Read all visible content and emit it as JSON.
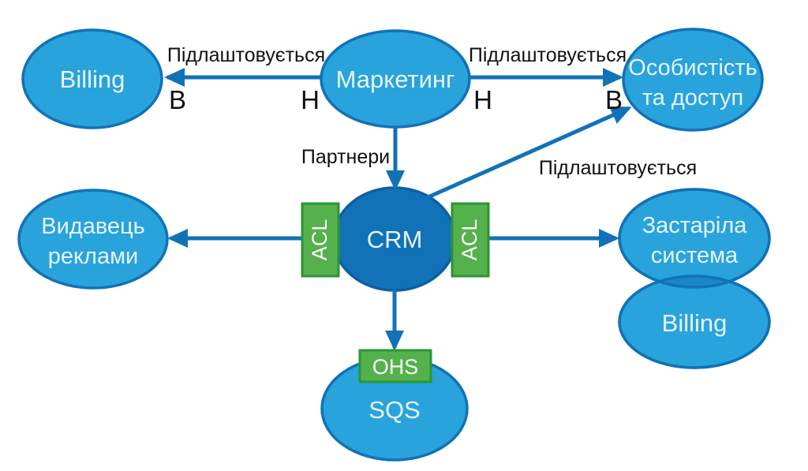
{
  "colors": {
    "bg": "#ffffff",
    "node_fill": "#29a3db",
    "node_border": "#1172b6",
    "core_fill": "#1172b7",
    "core_border": "#0d5fa4",
    "overlap_fill": "#1d86c4",
    "arrow": "#1172b7",
    "badge_fill": "#54b14c",
    "badge_border": "#2c9436",
    "node_text": "#e6f5fc",
    "label_text": "#111111"
  },
  "nodes": {
    "billing_top": {
      "label": "Billing"
    },
    "marketing": {
      "label": "Маркетинг"
    },
    "identity": {
      "line1": "Особистість",
      "line2": "та доступ"
    },
    "publisher": {
      "line1": "Видавець",
      "line2": "реклами"
    },
    "crm": {
      "label": "CRM"
    },
    "legacy": {
      "line1": "Застаріла",
      "line2": "система"
    },
    "billing_bottom": {
      "label": "Billing"
    },
    "sqs": {
      "label": "SQS"
    }
  },
  "badges": {
    "acl_left": "ACL",
    "acl_right": "ACL",
    "ohs": "OHS"
  },
  "labels": {
    "conforms_left": "Підлаштовується",
    "conforms_right": "Підлаштовується",
    "conforms_diagonal": "Підлаштовується",
    "partners": "Партнери",
    "upstream_left": "В",
    "downstream_left": "Н",
    "downstream_right": "Н",
    "upstream_right": "В"
  }
}
